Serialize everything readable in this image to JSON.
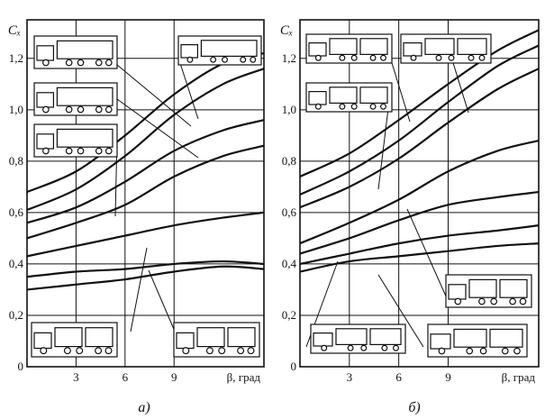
{
  "chart_data": [
    {
      "type": "line",
      "panel_label": "а)",
      "ylabel": "Cₓ",
      "xlabel": "β, град",
      "x_ticks": [
        "3",
        "6",
        "9"
      ],
      "y_ticks": [
        "0",
        "0,2",
        "0,4",
        "0,6",
        "0,8",
        "1,0",
        "1,2"
      ],
      "xlim": [
        0,
        14.5
      ],
      "ylim": [
        0,
        1.35
      ],
      "grid": true,
      "series": [
        {
          "x": [
            0,
            3,
            6,
            9,
            12,
            14.5
          ],
          "y": [
            0.68,
            0.76,
            0.9,
            1.06,
            1.18,
            1.22
          ]
        },
        {
          "x": [
            0,
            3,
            6,
            9,
            12,
            14.5
          ],
          "y": [
            0.61,
            0.69,
            0.82,
            0.98,
            1.1,
            1.16
          ]
        },
        {
          "x": [
            0,
            3,
            6,
            9,
            12,
            14.5
          ],
          "y": [
            0.56,
            0.62,
            0.72,
            0.84,
            0.92,
            0.96
          ]
        },
        {
          "x": [
            0,
            3,
            6,
            9,
            12,
            14.5
          ],
          "y": [
            0.5,
            0.56,
            0.63,
            0.74,
            0.82,
            0.86
          ]
        },
        {
          "x": [
            0,
            3,
            6,
            9,
            12,
            14.5
          ],
          "y": [
            0.43,
            0.47,
            0.51,
            0.55,
            0.58,
            0.6
          ]
        },
        {
          "x": [
            0,
            3,
            6,
            9,
            12,
            14.5
          ],
          "y": [
            0.35,
            0.37,
            0.38,
            0.4,
            0.41,
            0.4
          ]
        },
        {
          "x": [
            0,
            3,
            6,
            9,
            12,
            14.5
          ],
          "y": [
            0.3,
            0.32,
            0.34,
            0.37,
            0.39,
            0.38
          ]
        }
      ]
    },
    {
      "type": "line",
      "panel_label": "б)",
      "ylabel": "Cₓ",
      "xlabel": "β, град",
      "x_ticks": [
        "3",
        "6",
        "9"
      ],
      "y_ticks": [
        "0",
        "0,2",
        "0,4",
        "0,6",
        "0,8",
        "1,0",
        "1,2"
      ],
      "xlim": [
        0,
        14.5
      ],
      "ylim": [
        0,
        1.35
      ],
      "grid": true,
      "series": [
        {
          "x": [
            0,
            3,
            6,
            9,
            12,
            14.5
          ],
          "y": [
            0.74,
            0.83,
            0.96,
            1.1,
            1.23,
            1.31
          ]
        },
        {
          "x": [
            0,
            3,
            6,
            9,
            12,
            14.5
          ],
          "y": [
            0.67,
            0.76,
            0.88,
            1.03,
            1.17,
            1.25
          ]
        },
        {
          "x": [
            0,
            3,
            6,
            9,
            12,
            14.5
          ],
          "y": [
            0.62,
            0.7,
            0.81,
            0.95,
            1.08,
            1.16
          ]
        },
        {
          "x": [
            0,
            3,
            6,
            9,
            12,
            14.5
          ],
          "y": [
            0.48,
            0.56,
            0.65,
            0.76,
            0.84,
            0.88
          ]
        },
        {
          "x": [
            0,
            3,
            6,
            9,
            12,
            14.5
          ],
          "y": [
            0.44,
            0.5,
            0.57,
            0.63,
            0.66,
            0.68
          ]
        },
        {
          "x": [
            0,
            3,
            6,
            9,
            12,
            14.5
          ],
          "y": [
            0.4,
            0.44,
            0.48,
            0.51,
            0.53,
            0.55
          ]
        },
        {
          "x": [
            0,
            3,
            6,
            9,
            12,
            14.5
          ],
          "y": [
            0.37,
            0.41,
            0.43,
            0.45,
            0.47,
            0.48
          ]
        }
      ]
    }
  ]
}
